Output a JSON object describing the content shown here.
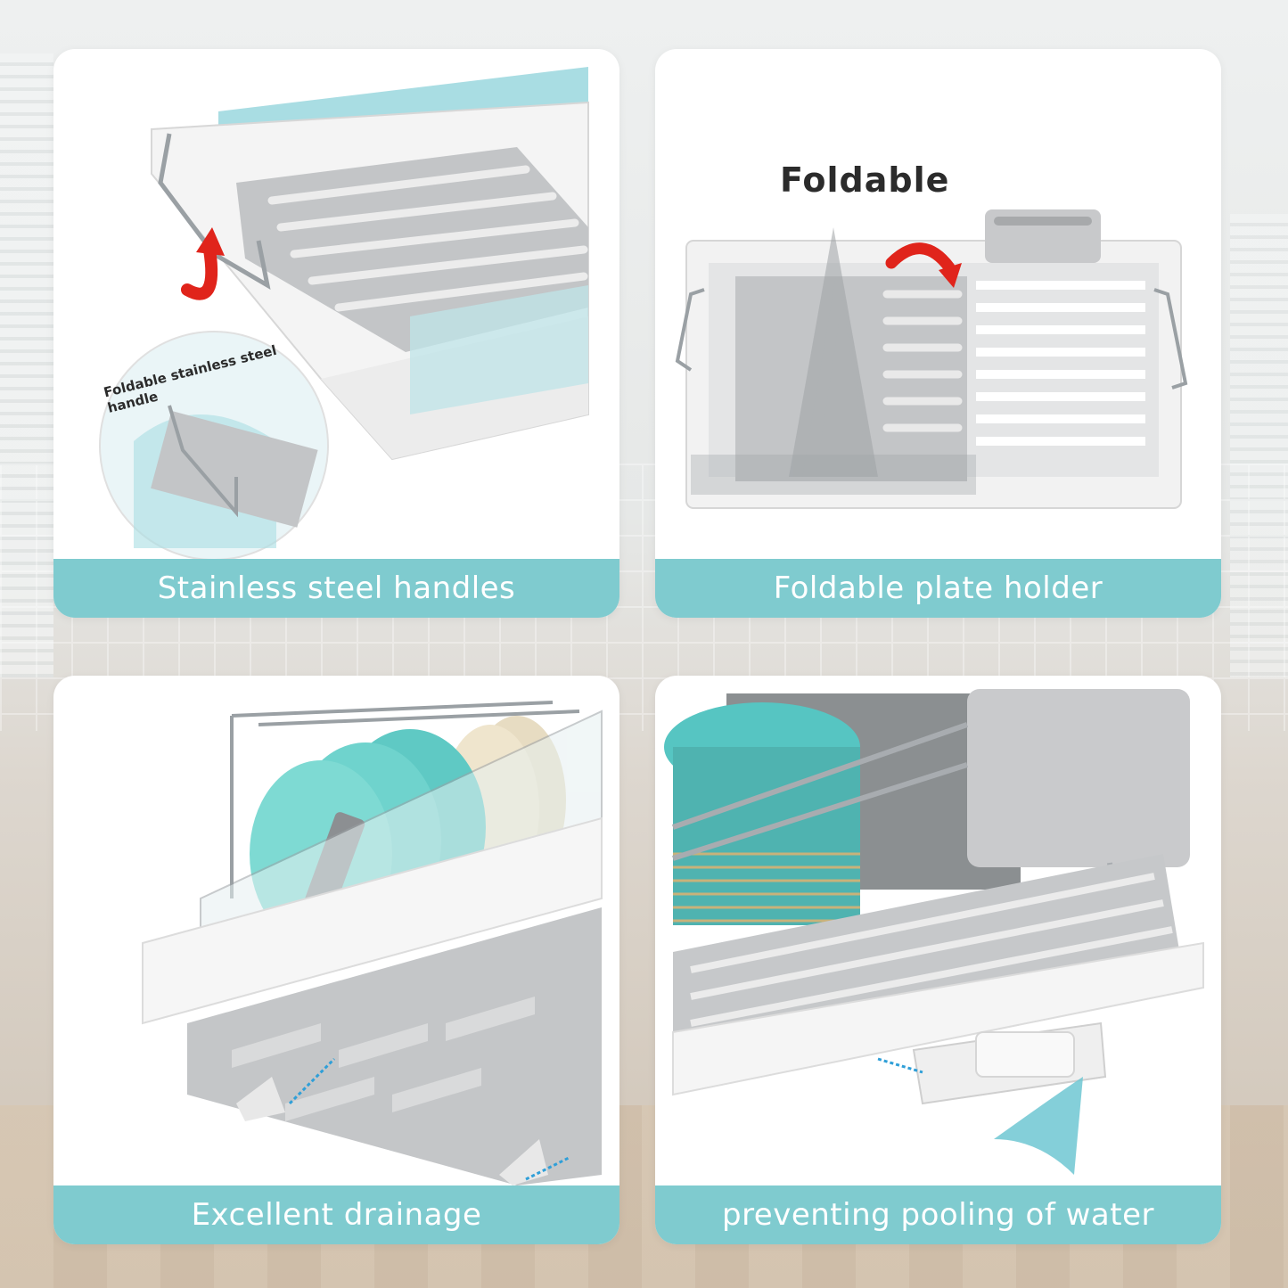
{
  "panels": [
    {
      "caption": "Stainless steel handles",
      "inset_label": "Foldable stainless steel handle"
    },
    {
      "caption": "Foldable plate holder",
      "title": "Foldable"
    },
    {
      "caption": "Excellent drainage"
    },
    {
      "caption": "preventing pooling of water"
    }
  ],
  "colors": {
    "caption_bg": "#7fcbcf",
    "arrow_red": "#e0241b",
    "accent_teal": "#56c5c2",
    "tray_gray": "#b9bbbd"
  }
}
